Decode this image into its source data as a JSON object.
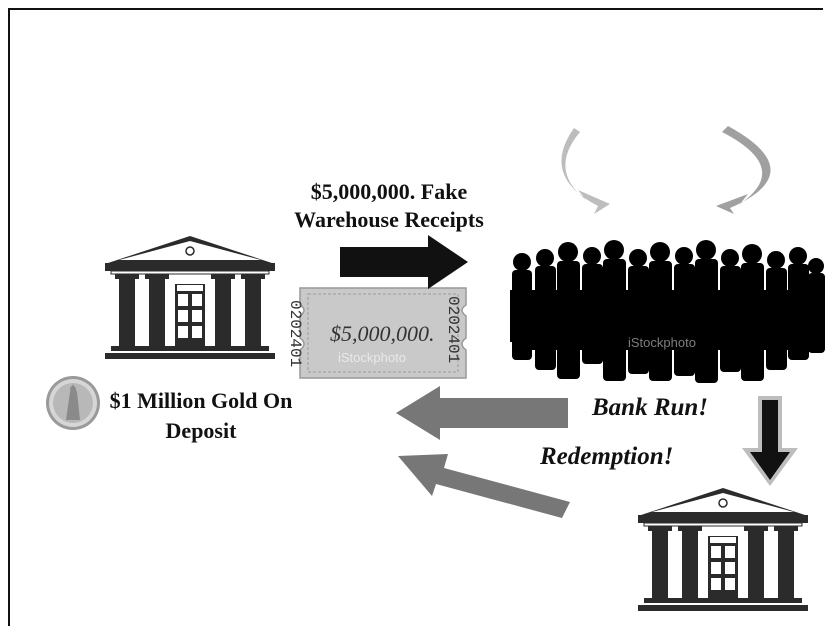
{
  "labels": {
    "fake_receipts": "$5,000,000. Fake Warehouse Receipts",
    "gold_deposit": "$1 Million Gold On Deposit",
    "bank_run": "Bank Run!",
    "redemption": "Redemption!"
  },
  "ticket": {
    "amount": "$5,000,000.",
    "serial": "0202401",
    "watermark": "iStockphoto"
  },
  "colors": {
    "bank": "#2b2b2b",
    "arrow_dark": "#111111",
    "arrow_gray": "#777777",
    "cycle_arrow": "#bdbdbd"
  }
}
